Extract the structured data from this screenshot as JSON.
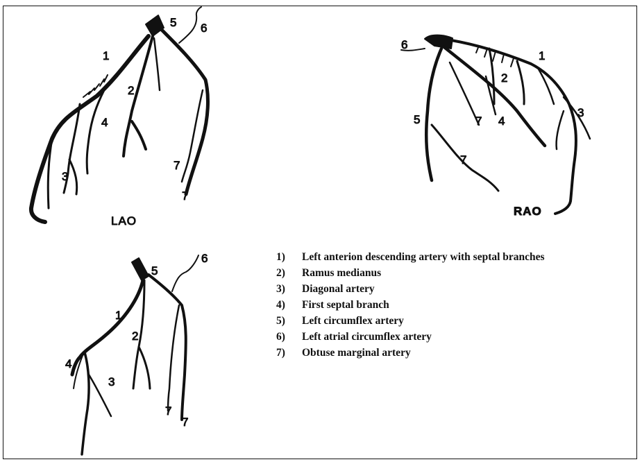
{
  "views": {
    "lao_label": "LAO",
    "rao_label": "RAO"
  },
  "numbers": {
    "lao": [
      "1",
      "2",
      "3",
      "4",
      "5",
      "6",
      "7",
      "7"
    ],
    "rao": [
      "1",
      "2",
      "3",
      "4",
      "5",
      "6",
      "7",
      "7"
    ],
    "bottom": [
      "1",
      "2",
      "3",
      "4",
      "5",
      "6",
      "7",
      "7"
    ]
  },
  "legend": [
    {
      "num": "1)",
      "text": "Left anterion descending artery with septal branches"
    },
    {
      "num": "2)",
      "text": "Ramus medianus"
    },
    {
      "num": "3)",
      "text": "Diagonal artery"
    },
    {
      "num": "4)",
      "text": "First septal branch"
    },
    {
      "num": "5)",
      "text": "Left circumflex artery"
    },
    {
      "num": "6)",
      "text": "Left atrial circumflex artery"
    },
    {
      "num": "7)",
      "text": "Obtuse marginal artery"
    }
  ]
}
